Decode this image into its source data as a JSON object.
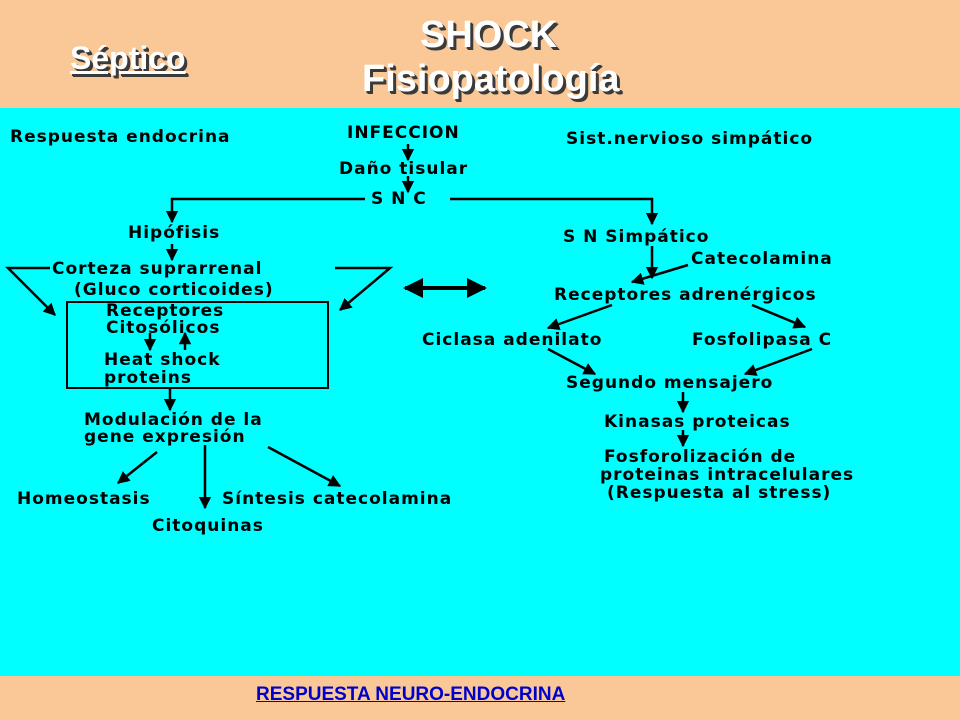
{
  "header": {
    "title_left": "Séptico",
    "title_line1": "SHOCK",
    "title_line2": "Fisiopatología"
  },
  "footer": {
    "label": "RESPUESTA NEURO-ENDOCRINA"
  },
  "diagram": {
    "respuesta_endocrina": "Respuesta endocrina",
    "infeccion": "INFECCION",
    "sist_nervioso": "Sist.nervioso simpático",
    "dano_tisular": "Daño tisular",
    "snc": "S N C",
    "hipofisis": "Hipófisis",
    "sn_simpatico": "S N Simpático",
    "catecolamina": "Catecolamina",
    "corteza": "Corteza suprarrenal",
    "gluco": "(Gluco corticoides)",
    "receptores_adr": "Receptores adrenérgicos",
    "receptores": "Receptores",
    "citosolicos": "Citosólicos",
    "heat_shock": "Heat shock",
    "proteins": "proteins",
    "ciclasa": "Ciclasa adenilato",
    "fosfolipasa": "Fosfolipasa C",
    "segundo": "Segundo mensajero",
    "modulacion1": "Modulación de la",
    "modulacion2": "gene expresión",
    "kinasas": "Kinasas proteicas",
    "fosfo1": "Fosforolización de",
    "fosfo2": "proteinas intracelulares",
    "fosfo3": "(Respuesta al stress)",
    "homeostasis": "Homeostasis",
    "sintesis": "Síntesis catecolamina",
    "citoquinas": "Citoquinas"
  }
}
